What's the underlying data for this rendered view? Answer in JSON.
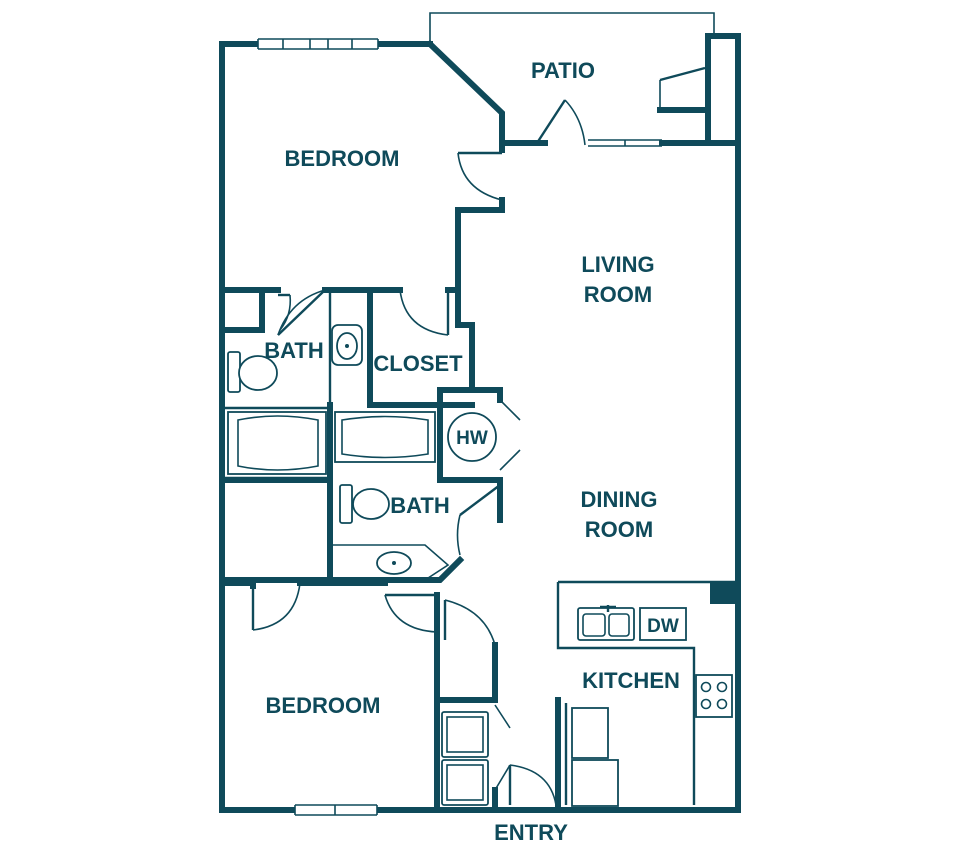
{
  "colors": {
    "wall": "#0f4a5a",
    "background": "#ffffff"
  },
  "rooms": {
    "patio": "PATIO",
    "bedroom_top": "BEDROOM",
    "living_1": "LIVING",
    "living_2": "ROOM",
    "bath_top": "BATH",
    "closet": "CLOSET",
    "water_heater": "HW",
    "bath_mid": "BATH",
    "dining_1": "DINING",
    "dining_2": "ROOM",
    "kitchen": "KITCHEN",
    "dishwasher": "DW",
    "bedroom_bottom": "BEDROOM",
    "entry": "ENTRY"
  }
}
